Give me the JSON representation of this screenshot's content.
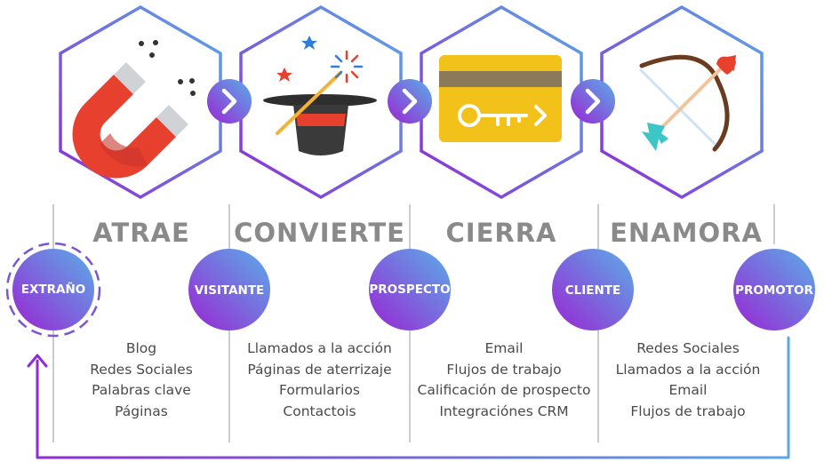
{
  "stages": [
    {
      "title": "ATRAE",
      "icon": "magnet-icon",
      "items": [
        "Blog",
        "Redes Sociales",
        "Palabras clave",
        "Páginas"
      ]
    },
    {
      "title": "CONVIERTE",
      "icon": "magic-hat-icon",
      "items": [
        "Llamados a la acción",
        "Páginas de aterrizaje",
        "Formularios",
        "Contactois"
      ]
    },
    {
      "title": "CIERRA",
      "icon": "key-card-icon",
      "items": [
        "Email",
        "Flujos de trabajo",
        "Calificación de prospecto",
        "Integraciónes CRM"
      ]
    },
    {
      "title": "ENAMORA",
      "icon": "bow-and-arrow-icon",
      "items": [
        "Redes Sociales",
        "Llamados a la acción",
        "Email",
        "Flujos de trabajo"
      ]
    }
  ],
  "roles": [
    "EXTRAÑO",
    "VISITANTE",
    "PROSPECTO",
    "CLIENTE",
    "PROMOTOR"
  ],
  "colors": {
    "gradient_start": "#8e2bd6",
    "gradient_end": "#5aa8e6",
    "title_gray": "#8a8a8a",
    "text_gray": "#4a4a4a",
    "magnet_red": "#e8402f",
    "card_yellow": "#f2c21b"
  }
}
